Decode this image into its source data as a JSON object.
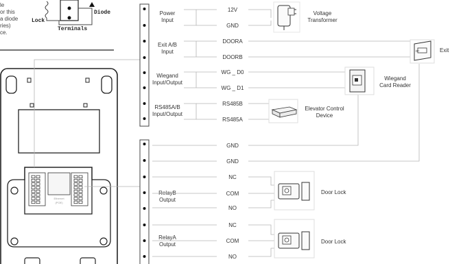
{
  "note": {
    "lines": [
      "le",
      "or this",
      "a diode",
      "ries)",
      "ce."
    ],
    "lock_label": "Lock",
    "diode_label": "Diode",
    "terminals_label": "Terminals"
  },
  "device": {
    "chip_label": "Ethernet",
    "chip_sublabel": "(POE)"
  },
  "groups": {
    "power": "Power\nInput",
    "exit": "Exit A/B\nInput",
    "wiegand": "Wiegand\nInput/Output",
    "rs485": "RS485A/B\nInput/Output",
    "relayb": "RelayB\nOutput",
    "relaya": "RelayA\nOutput"
  },
  "terminals": [
    "12V",
    "GND",
    "DOORA",
    "DOORB",
    "WG _ D0",
    "WG _ D1",
    "RS485B",
    "RS485A",
    "GND",
    "GND",
    "NC",
    "COM",
    "NO",
    "NC",
    "COM",
    "NO"
  ],
  "devices": {
    "transformer": "Voltage\nTransformer",
    "exit": "Exit",
    "reader": "Wiegand\nCard Reader",
    "elevator": "Elevator Control\nDevice",
    "doorlock_b": "Door Lock",
    "doorlock_a": "Door Lock"
  },
  "colors": {
    "wire": "#b5b5b5",
    "ink": "#333333",
    "accent": "#222222"
  }
}
